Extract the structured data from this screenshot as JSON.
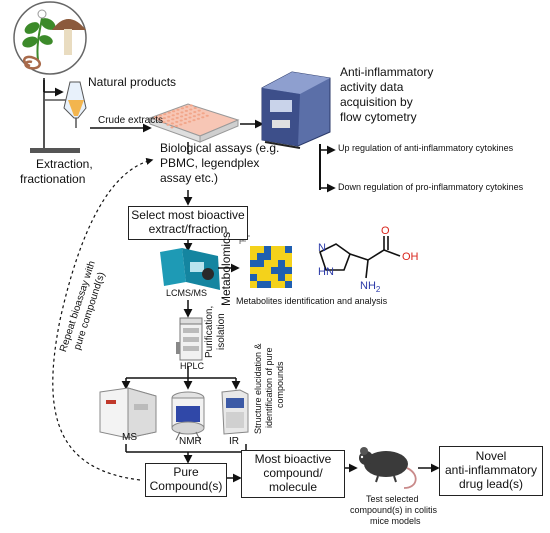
{
  "labels": {
    "natural_products": "Natural products",
    "crude_extracts": "Crude extracts",
    "extraction": "Extraction,",
    "fractionation": "fractionation",
    "flow_title_1": "Anti-inflammatory",
    "flow_title_2": "activity data",
    "flow_title_3": "acquisition by",
    "flow_title_4": "flow cytometry",
    "up_regulation": "Up regulation of anti-inflammatory cytokines",
    "down_regulation": "Down regulation of pro-inflammatory cytokines",
    "bio_assays_1": "Biological assays (e.g.",
    "bio_assays_2": "PBMC, legendplex",
    "bio_assays_3": "assay etc.)",
    "select_bioactive_1": "Select most bioactive",
    "select_bioactive_2": "extract/fraction",
    "metabolomics": "Metabolomics",
    "lcms": "LCMS/MS",
    "metabolites": "Metabolites  identification and analysis",
    "purification_1": "Purification,",
    "purification_2": "isolation",
    "hplc": "HPLC",
    "repeat_bioassay_1": "Repeat bioassay with",
    "repeat_bioassay_2": "pure compound(s)",
    "ms": "MS",
    "nmr": "NMR",
    "ir": "IR",
    "structure_1": "Structure elucidation &",
    "structure_2": "identification of pure",
    "structure_3": "compounds",
    "pure_compounds_1": "Pure",
    "pure_compounds_2": "Compound(s)",
    "most_bioactive_1": "Most bioactive",
    "most_bioactive_2": "compound/",
    "most_bioactive_3": "molecule",
    "novel_1": "Novel",
    "novel_2": "anti-inflammatory",
    "novel_3": "drug lead(s)",
    "test_selected_1": "Test selected",
    "test_selected_2": "compound(s) in colitis",
    "test_selected_3": "mice models",
    "oh": "OH",
    "o": "O",
    "nh": "NH",
    "two": "2",
    "n": "N",
    "hn": "HN"
  },
  "colors": {
    "arrow": "#111111",
    "plate_tile": "#f2a68a",
    "cytometer": "#3d4f8a",
    "heatmap_high": "#f4d21b",
    "heatmap_low": "#1f5fb0",
    "lcms": "#1e9ab5",
    "mouse": "#3a3a3a",
    "oxygen": "#d9251c",
    "nitrogen": "#2b3aa8",
    "plant": "#3c8a2a",
    "mushroom": "#8b5a3c"
  },
  "icons": [
    "plant-icon",
    "mushroom-icon",
    "root-icon",
    "funnel-icon",
    "well-plate-icon",
    "flow-cytometer-icon",
    "lcms-icon",
    "heatmap-icon",
    "histidine-structure-icon",
    "hplc-icon",
    "ms-instrument-icon",
    "nmr-instrument-icon",
    "ir-instrument-icon",
    "mouse-icon"
  ]
}
